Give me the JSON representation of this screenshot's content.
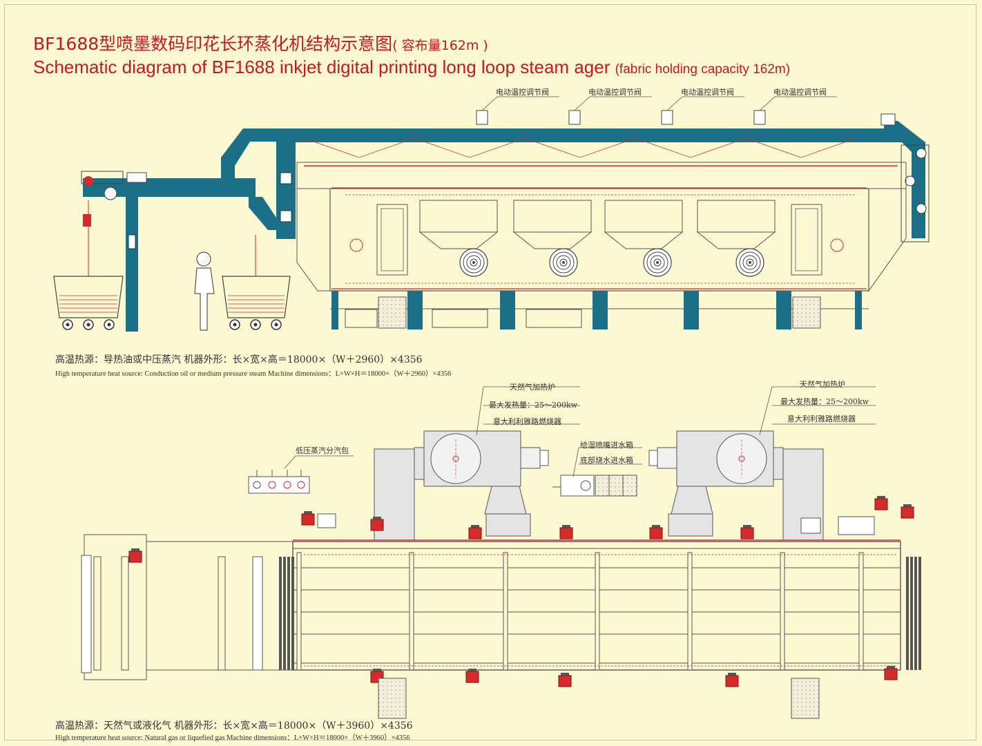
{
  "title": {
    "cn": "BF1688型喷墨数码印花长环蒸化机结构示意图",
    "cn_capacity": "( 容布量162m )",
    "en": "Schematic diagram of BF1688 inkjet digital printing long loop steam ager",
    "en_capacity": "(fabric holding capacity 162m)"
  },
  "top_machine": {
    "valve_labels": [
      "电动温控调节阀",
      "电动温控调节阀",
      "电动温控调节阀",
      "电动温控调节阀"
    ],
    "spec_cn": "高温热源：导热油或中压蒸汽      机器外形：长×宽×高＝18000×（W＋2960）×4356",
    "spec_en": "High temperature heat source: Conduction oil or medium pressure steam     Machine dimensions：L×W×H＝18000×（W＋2960）×4356"
  },
  "bottom_machine": {
    "burner_left": {
      "name": "天然气加热炉",
      "power": "最大发热量：25～200kw",
      "brand": "意大利利雅路燃烧器"
    },
    "burner_right": {
      "name": "天然气加热炉",
      "power": "最大发热量：25～200kw",
      "brand": "意大利利雅路燃烧器"
    },
    "steam_header": "低压蒸汽分汽包",
    "water_tank_1": "给湿喷嘴进水箱",
    "water_tank_2": "底部烧水进水箱",
    "spec_cn": "高温热源：天然气或液化气      机器外形：长×宽×高＝18000×（W＋3960）×4356",
    "spec_en": "High temperature heat source: Natural gas or liquefied gas     Machine dimensions：L×W×H＝18000×（W＋3960）×4356"
  },
  "colors": {
    "background": "#fbf8d2",
    "title": "#c8181f",
    "frame_teal": "#1b6f86",
    "pipe_red": "#d42b2b",
    "line": "#555555",
    "gray_fill": "#e4e4e4"
  }
}
